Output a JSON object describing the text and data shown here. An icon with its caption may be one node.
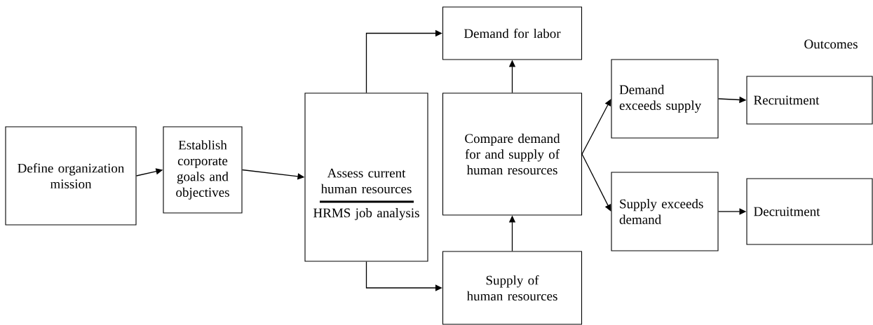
{
  "diagram": {
    "nodes": [
      {
        "text": [
          "Define organization mission"
        ]
      },
      {
        "text": [
          "Establish corporate goals and objectives"
        ]
      },
      {
        "text": [
          "Assess current human resources",
          "HRMS job analysis"
        ]
      },
      {
        "text": [
          "Demand for labor"
        ]
      },
      {
        "text": [
          "Compare demand for and supply of human resources"
        ]
      },
      {
        "text": [
          "Supply of human resources"
        ]
      },
      {
        "text": [
          "Demand exceeds supply"
        ]
      },
      {
        "text": [
          "Supply exceeds demand"
        ]
      },
      {
        "text": [
          "Recruitment"
        ]
      },
      {
        "text": [
          "Decruitment"
        ]
      }
    ],
    "edges": [
      {
        "from": 0,
        "to": 1,
        "arrow": "to"
      },
      {
        "from": 1,
        "to": 2,
        "arrow": "to"
      },
      {
        "from": 2,
        "to": 3,
        "arrow": "to"
      },
      {
        "from": 2,
        "to": 5,
        "arrow": "to"
      },
      {
        "from": 5,
        "to": 4,
        "arrow": "to"
      },
      {
        "from": 4,
        "to": 3,
        "arrow": "to"
      },
      {
        "from": 4,
        "to": 6,
        "arrow": "to"
      },
      {
        "from": 4,
        "to": 7,
        "arrow": "to"
      },
      {
        "from": 6,
        "to": 8,
        "arrow": "to"
      },
      {
        "from": 7,
        "to": 9,
        "arrow": "to"
      }
    ],
    "labels": [
      "Outcomes"
    ]
  }
}
